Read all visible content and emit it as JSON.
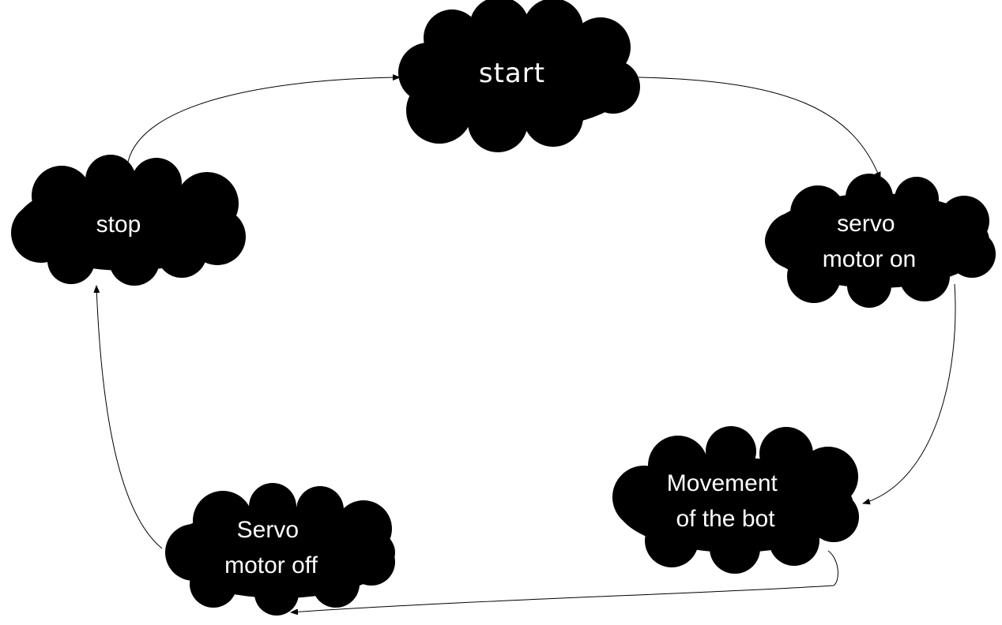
{
  "diagram": {
    "nodes": {
      "start": {
        "label": "start"
      },
      "stop": {
        "label": "stop"
      },
      "servo_on": {
        "lines": [
          "servo",
          "motor on"
        ]
      },
      "movement": {
        "lines": [
          "Movement",
          "of the bot"
        ]
      },
      "servo_off": {
        "lines": [
          "Servo",
          "motor off"
        ]
      }
    },
    "edges": [
      {
        "from": "start",
        "to": "servo_on"
      },
      {
        "from": "servo_on",
        "to": "movement"
      },
      {
        "from": "movement",
        "to": "servo_off"
      },
      {
        "from": "servo_off",
        "to": "stop"
      },
      {
        "from": "stop",
        "to": "start"
      }
    ],
    "colors": {
      "node_fill": "#000000",
      "node_text": "#ffffff",
      "edge": "#000000",
      "background": "#ffffff"
    },
    "node_shape": "cloud"
  }
}
